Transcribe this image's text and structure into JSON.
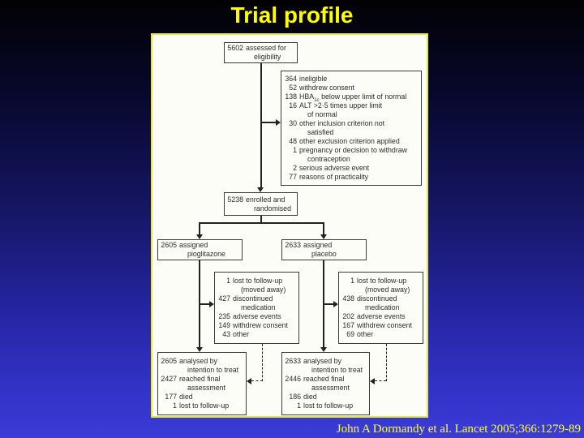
{
  "title": "Trial profile",
  "citation": "John A Dormandy et al. Lancet 2005;366:1279-89",
  "colors": {
    "title_text": "#ffff00",
    "citation_text": "#ffff3c",
    "background_top": "#020204",
    "background_bottom": "#3b3bd6",
    "panel_background": "#fdfdf7",
    "panel_border": "#e8e83a",
    "box_border": "#3b3b3b",
    "box_text": "#2b2b2b"
  },
  "boxes": {
    "assessed": [
      {
        "num": "5602",
        "text": "assessed for"
      },
      {
        "num": "",
        "text": "eligibility"
      }
    ],
    "ineligible": [
      {
        "num": "364",
        "text": "ineligible"
      },
      {
        "num": "52",
        "text": "withdrew consent"
      },
      {
        "num": "138",
        "text": "HBA",
        "sub": "1c",
        "text2": " below upper limit of normal"
      },
      {
        "num": "16",
        "text": "ALT >2·5 times upper limit"
      },
      {
        "num": "",
        "text": "of normal"
      },
      {
        "num": "30",
        "text": "other inclusion criterion not"
      },
      {
        "num": "",
        "text": "satisfied"
      },
      {
        "num": "48",
        "text": "other exclusion criterion applied"
      },
      {
        "num": "1",
        "text": "pregnancy or decision to withdraw"
      },
      {
        "num": "",
        "text": "contraception"
      },
      {
        "num": "2",
        "text": "serious adverse event"
      },
      {
        "num": "77",
        "text": "reasons of practicality"
      }
    ],
    "enrolled": [
      {
        "num": "5238",
        "text": "enrolled and"
      },
      {
        "num": "",
        "text": "randomised"
      }
    ],
    "assigned_pioglitazone": [
      {
        "num": "2605",
        "text": "assigned"
      },
      {
        "num": "",
        "text": "pioglitazone"
      }
    ],
    "assigned_placebo": [
      {
        "num": "2633",
        "text": "assigned"
      },
      {
        "num": "",
        "text": "placebo"
      }
    ],
    "followup_pioglitazone": [
      {
        "num": "1",
        "text": "lost to follow-up"
      },
      {
        "num": "",
        "text": "(moved away)"
      },
      {
        "num": "427",
        "text": "discontinued"
      },
      {
        "num": "",
        "text": "medication"
      },
      {
        "num": "235",
        "text": "adverse events"
      },
      {
        "num": "149",
        "text": "withdrew consent"
      },
      {
        "num": "43",
        "text": "other"
      }
    ],
    "followup_placebo": [
      {
        "num": "1",
        "text": "lost to follow-up"
      },
      {
        "num": "",
        "text": "(moved away)"
      },
      {
        "num": "438",
        "text": "discontinued"
      },
      {
        "num": "",
        "text": "medication"
      },
      {
        "num": "202",
        "text": "adverse events"
      },
      {
        "num": "167",
        "text": "withdrew consent"
      },
      {
        "num": "69",
        "text": "other"
      }
    ],
    "analysed_pioglitazone": [
      {
        "num": "2605",
        "text": "analysed by"
      },
      {
        "num": "",
        "text": "intention to treat"
      },
      {
        "num": "2427",
        "text": "reached final"
      },
      {
        "num": "",
        "text": "assessment"
      },
      {
        "num": "177",
        "text": "died"
      },
      {
        "num": "1",
        "text": "lost to follow-up"
      }
    ],
    "analysed_placebo": [
      {
        "num": "2633",
        "text": "analysed by"
      },
      {
        "num": "",
        "text": "intention to treat"
      },
      {
        "num": "2446",
        "text": "reached final"
      },
      {
        "num": "",
        "text": "assessment"
      },
      {
        "num": "186",
        "text": "died"
      },
      {
        "num": "1",
        "text": "lost to follow-up"
      }
    ]
  }
}
